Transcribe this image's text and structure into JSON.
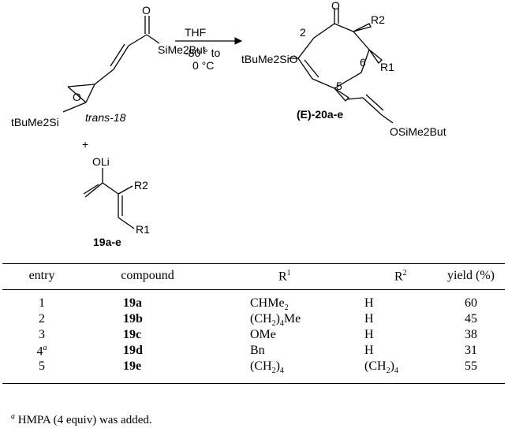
{
  "scheme": {
    "reactant_acylsilane_label": "SiMe2But",
    "reactant_epoxide_si_label": "tBuMe2Si",
    "reactant_compound_label": "trans-18",
    "plus": "+",
    "enolate_label": "OLi",
    "enolate_r2": "R2",
    "enolate_r1": "R1",
    "enolate_compound": "19a-e",
    "conditions_solvent": "THF",
    "conditions_temp1": "-80 ° to",
    "conditions_temp2": "0 °C",
    "product_oxygen": "O",
    "product_epoxide_oxygen": "O",
    "product_silyl_ether": "tBuMe2SiO",
    "product_r2": "R2",
    "product_r1": "R1",
    "product_pos2": "2",
    "product_pos5": "5",
    "product_pos6": "6",
    "product_compound": "(E)-20a-e",
    "product_vinyl_silyl": "OSiMe2But",
    "carbonyl_oxygen": "O"
  },
  "table": {
    "headers": [
      "entry",
      "compound",
      "R1",
      "R2",
      "yield (%)"
    ],
    "rows": [
      {
        "entry": "1",
        "compound": "19a",
        "r1": "CHMe2",
        "r2": "H",
        "yield": "60"
      },
      {
        "entry": "2",
        "compound": "19b",
        "r1": "(CH2)4Me",
        "r2": "H",
        "yield": "45"
      },
      {
        "entry": "3",
        "compound": "19c",
        "r1": "OMe",
        "r2": "H",
        "yield": "38"
      },
      {
        "entry": "4a",
        "compound": "19d",
        "r1": "Bn",
        "r2": "H",
        "yield": "31"
      },
      {
        "entry": "5",
        "compound": "19e",
        "r1": "(CH2)4",
        "r2": "(CH2)4",
        "yield": "55"
      }
    ],
    "footnote": "a HMPA (4 equiv) was added."
  }
}
